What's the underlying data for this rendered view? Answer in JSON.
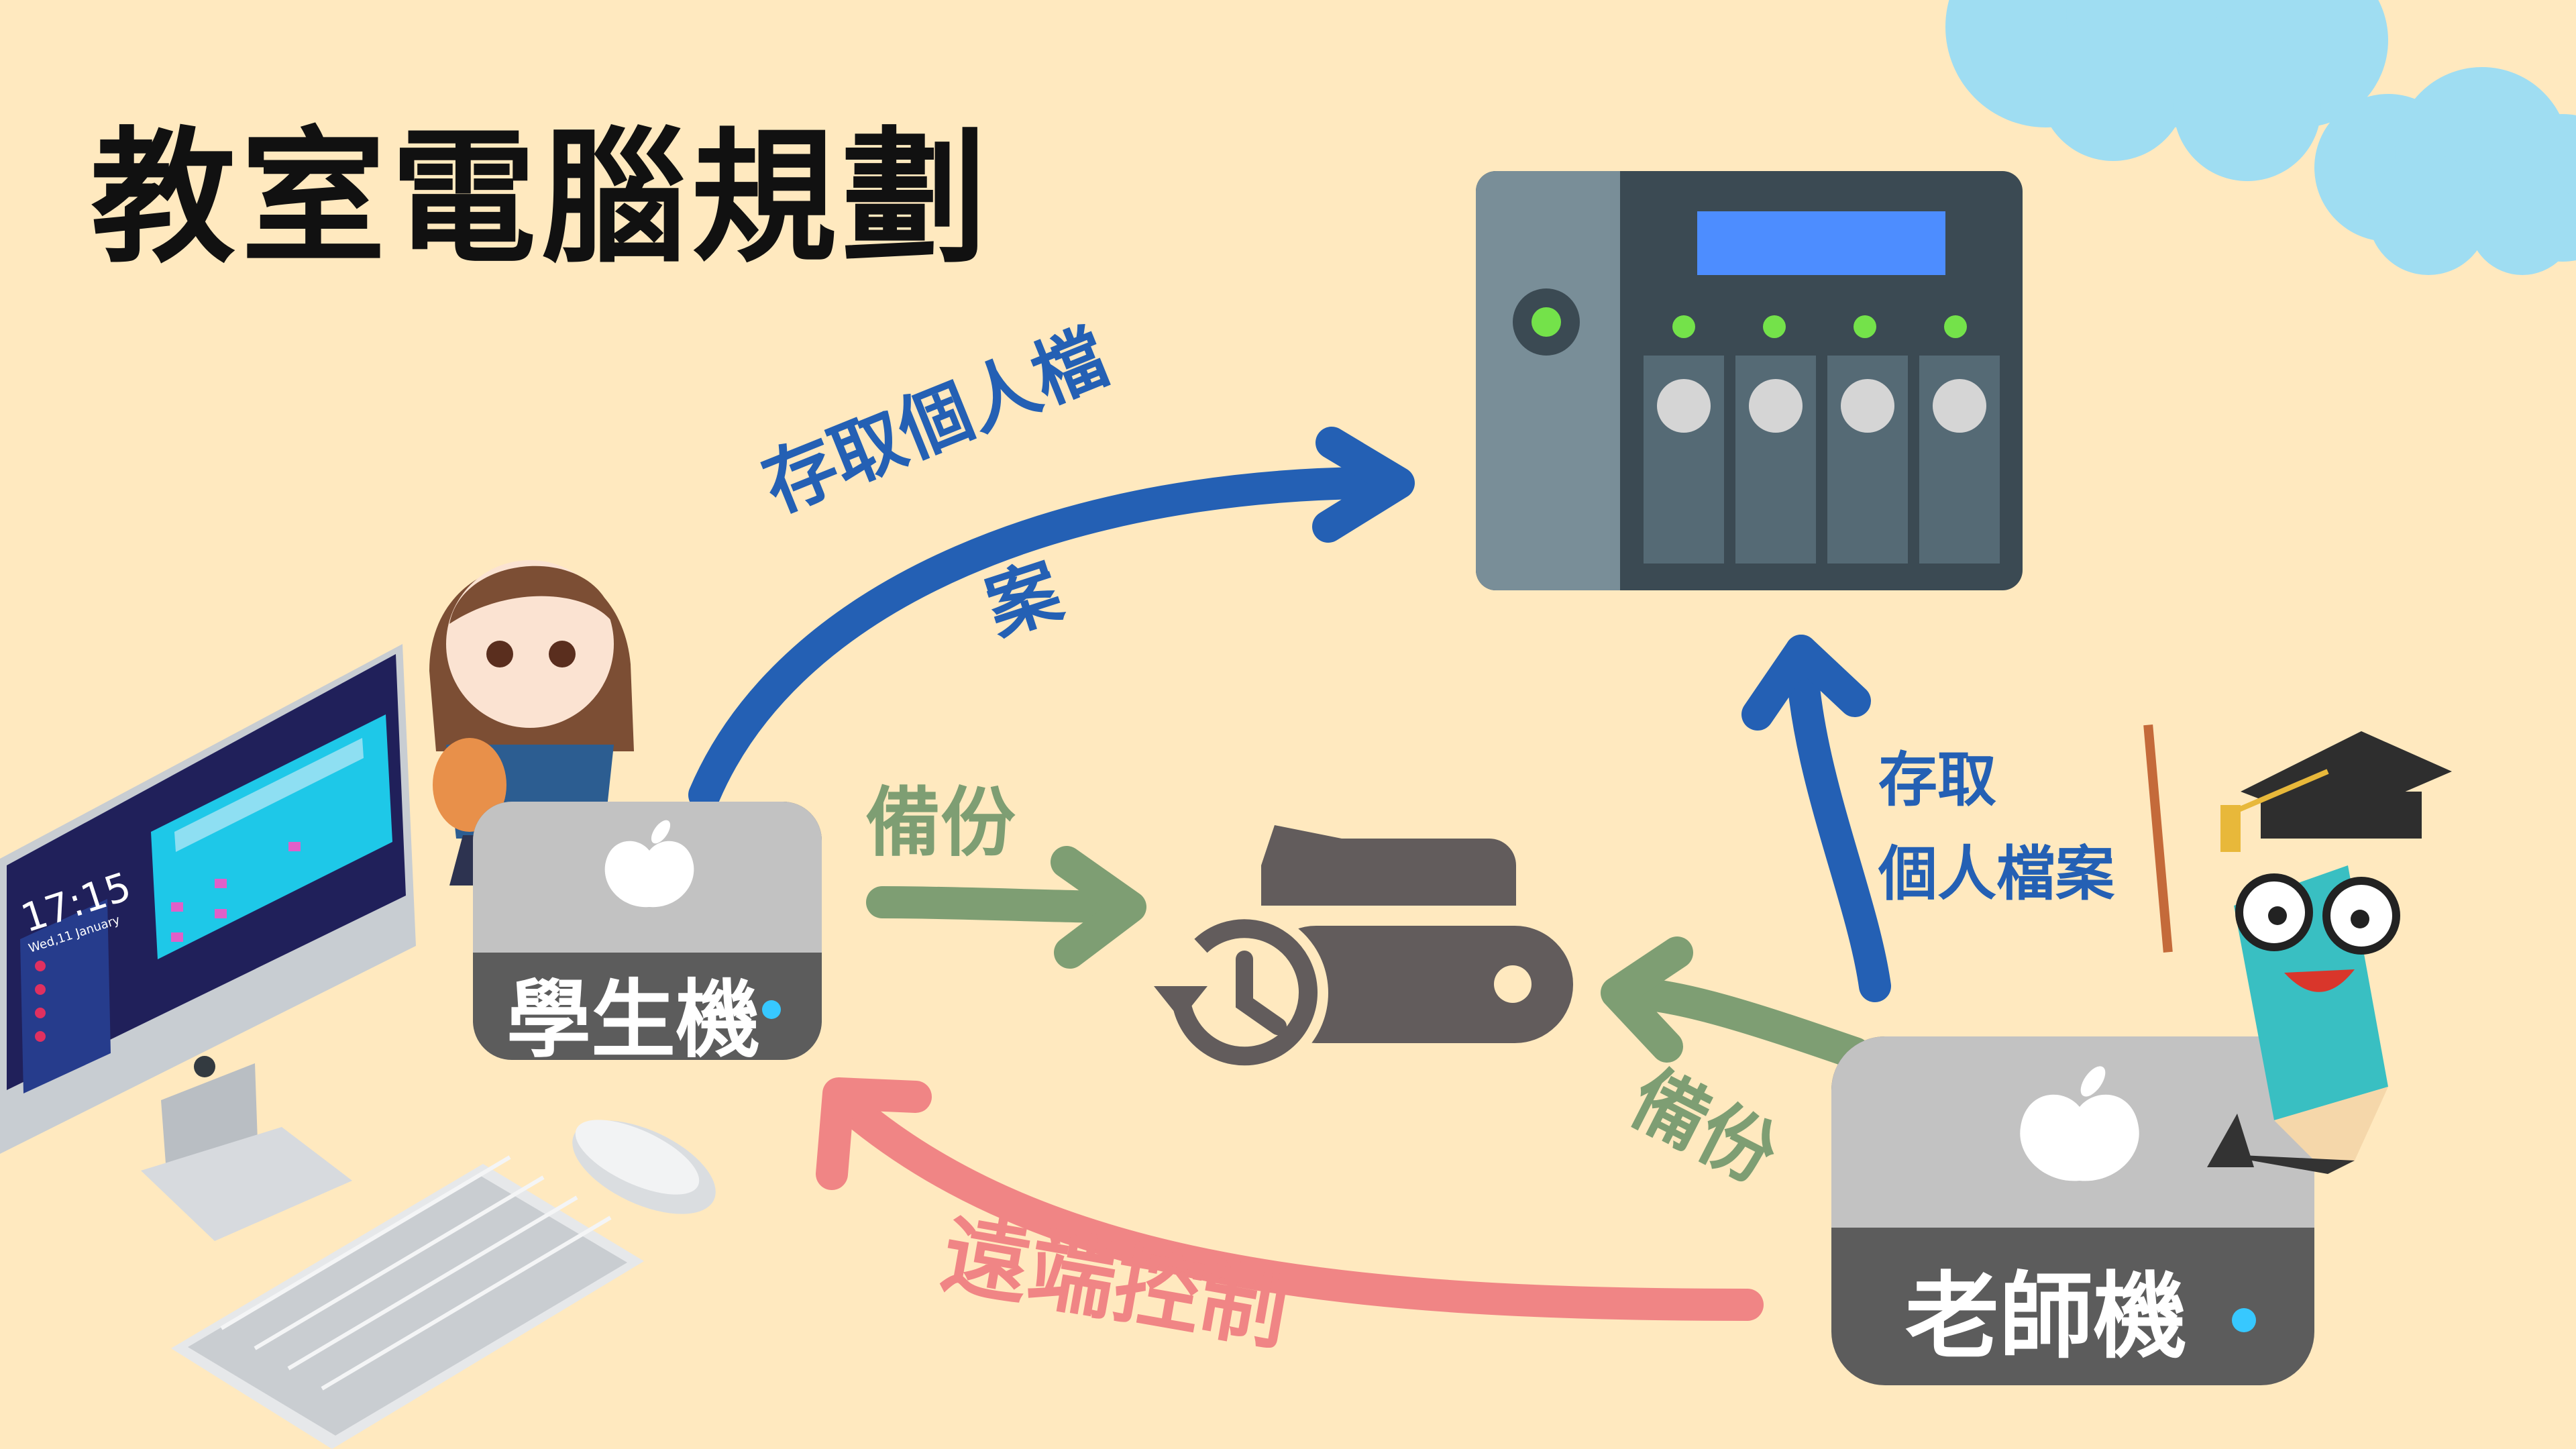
{
  "title": "教室電腦規劃",
  "labels": {
    "student_to_nas_line1": "存取個人檔",
    "student_to_nas_line2": "案",
    "student_backup": "備份",
    "teacher_backup": "備份",
    "teacher_to_nas_line1": "存取",
    "teacher_to_nas_line2": "個人檔案",
    "remote_control": "遠端控制"
  },
  "nodes": {
    "student_machine": "學生機",
    "teacher_machine": "老師機"
  },
  "student_monitor": {
    "time": "17:15",
    "date": "Wed,11 January"
  },
  "icons": [
    "nas-server-icon",
    "time-machine-backup-icon",
    "mac-mini-icon",
    "apple-logo-icon",
    "imac-icon",
    "keyboard-icon",
    "mouse-icon",
    "cloud-icon",
    "student-girl-icon",
    "pencil-teacher-icon"
  ],
  "colors": {
    "background": "#FFE9BF",
    "access_arrow": "#2460B4",
    "backup_arrow": "#7E9E73",
    "remote_arrow": "#F08585",
    "nas_body": "#3B4A53",
    "nas_display": "#4D8DFF",
    "status_led": "#74E24A",
    "backup_drive": "#625C5C",
    "mac_mini_top": "#C2C2C2",
    "mac_mini_front": "#5C5C5C",
    "power_led": "#37C8FF",
    "cloud": "#9FDDF2"
  }
}
